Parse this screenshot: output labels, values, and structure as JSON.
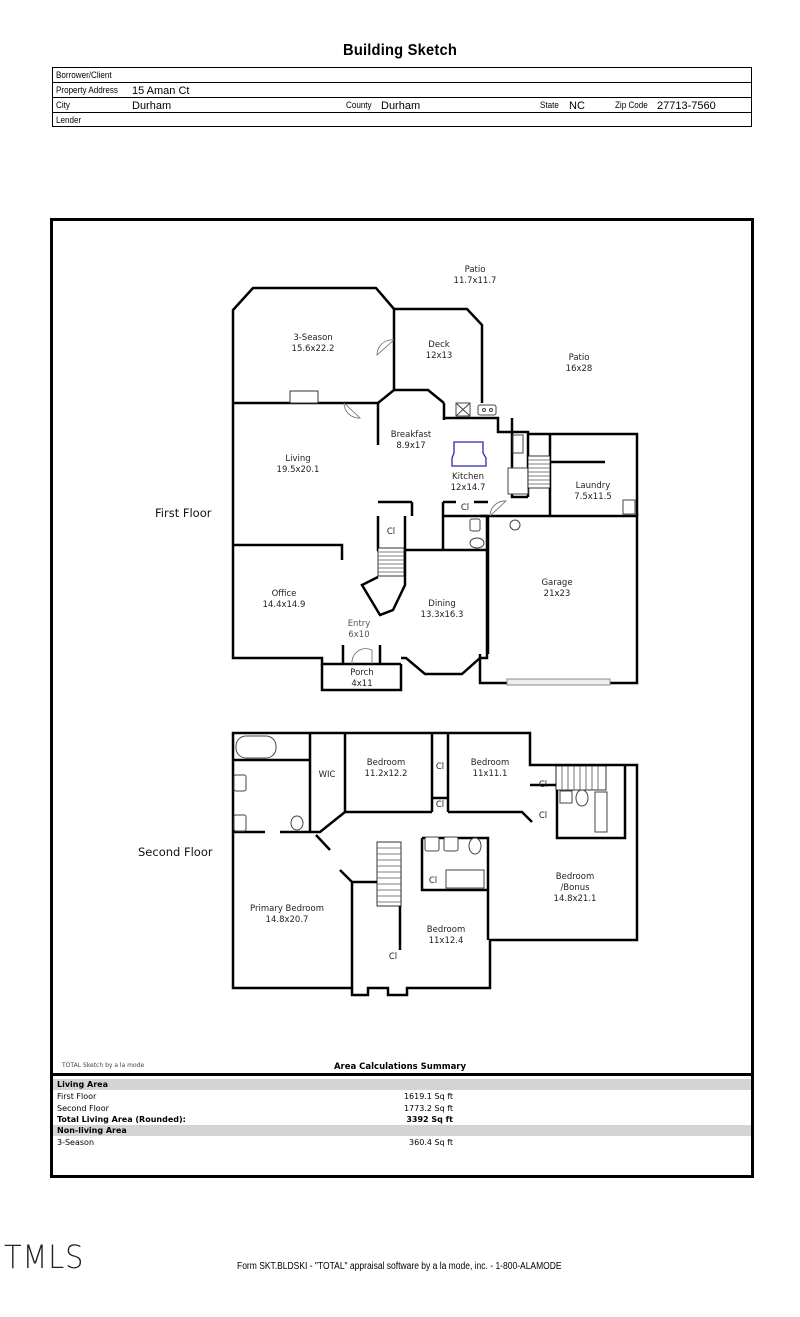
{
  "document": {
    "title": "Building Sketch"
  },
  "header": {
    "borrower_label": "Borrower/Client",
    "borrower_value": "",
    "address_label": "Property Address",
    "address_value": "15 Aman Ct",
    "city_label": "City",
    "city_value": "Durham",
    "county_label": "County",
    "county_value": "Durham",
    "state_label": "State",
    "state_value": "NC",
    "zip_label": "Zip Code",
    "zip_value": "27713-7560",
    "lender_label": "Lender",
    "lender_value": ""
  },
  "sketch": {
    "floor_labels": [
      "First Floor",
      "Second Floor"
    ],
    "wall_color": "#000000",
    "island_color": "#2a2aaa",
    "first_floor_rooms": [
      {
        "name": "Patio",
        "dims": "11.7x11.7"
      },
      {
        "name": "3-Season",
        "dims": "15.6x22.2"
      },
      {
        "name": "Deck",
        "dims": "12x13"
      },
      {
        "name": "Patio",
        "dims": "16x28"
      },
      {
        "name": "Breakfast",
        "dims": "8.9x17"
      },
      {
        "name": "Living",
        "dims": "19.5x20.1"
      },
      {
        "name": "Kitchen",
        "dims": "12x14.7"
      },
      {
        "name": "Laundry",
        "dims": "7.5x11.5"
      },
      {
        "name": "Cl",
        "dims": ""
      },
      {
        "name": "Cl",
        "dims": ""
      },
      {
        "name": "Garage",
        "dims": "21x23"
      },
      {
        "name": "Office",
        "dims": "14.4x14.9"
      },
      {
        "name": "Dining",
        "dims": "13.3x16.3"
      },
      {
        "name": "Entry",
        "dims": "6x10"
      },
      {
        "name": "Porch",
        "dims": "4x11"
      }
    ],
    "second_floor_rooms": [
      {
        "name": "WIC",
        "dims": ""
      },
      {
        "name": "Bedroom",
        "dims": "11.2x12.2"
      },
      {
        "name": "Cl",
        "dims": ""
      },
      {
        "name": "Bedroom",
        "dims": "11x11.1"
      },
      {
        "name": "Cl",
        "dims": ""
      },
      {
        "name": "Cl",
        "dims": ""
      },
      {
        "name": "Cl",
        "dims": ""
      },
      {
        "name": "Cl",
        "dims": ""
      },
      {
        "name": "Primary Bedroom",
        "dims": "14.8x20.7"
      },
      {
        "name": "Bedroom",
        "dims": "11x12.4"
      },
      {
        "name": "Bedroom",
        "dims": "/Bonus"
      },
      {
        "name": "",
        "dims": "14.8x21.1"
      },
      {
        "name": "Cl",
        "dims": ""
      }
    ]
  },
  "summary": {
    "credit": "TOTAL Sketch by a la mode",
    "title": "Area Calculations Summary",
    "living_header": "Living Area",
    "first_floor_label": "First Floor",
    "first_floor_value": "1619.1 Sq ft",
    "second_floor_label": "Second Floor",
    "second_floor_value": "1773.2 Sq ft",
    "total_label": "Total Living Area (Rounded):",
    "total_value": "3392 Sq ft",
    "nonliving_header": "Non-living Area",
    "season_label": "3-Season",
    "season_value": "360.4 Sq ft"
  },
  "footer": {
    "logo": "TMLS",
    "form_text": "Form SKT.BLDSKI - \"TOTAL\" appraisal software by a la mode, inc. - 1-800-ALAMODE"
  }
}
